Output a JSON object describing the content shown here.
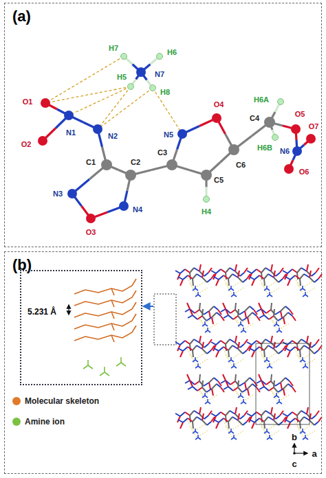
{
  "diagram": {
    "nodes": [
      {
        "text": [
          "(a)"
        ]
      },
      {
        "text": [
          "(b)"
        ]
      },
      {
        "text": [
          "5.231 Å"
        ],
        "in": 1
      }
    ],
    "labels": [
      "O1",
      "H7",
      "H6",
      "N7",
      "H5",
      "H8",
      "N1",
      "N2",
      "O2",
      "N5",
      "O4",
      "C4",
      "H6A",
      "H6B",
      "O5",
      "O7",
      "N6",
      "O6",
      "C1",
      "C3",
      "C2",
      "C6",
      "C5",
      "H4",
      "N3",
      "N4",
      "O3",
      "b",
      "a",
      "c"
    ],
    "legend": [
      {
        "text": "Molecular skeleton",
        "color": "#e07b2a"
      },
      {
        "text": "Amine ion",
        "color": "#7cc242"
      }
    ]
  }
}
